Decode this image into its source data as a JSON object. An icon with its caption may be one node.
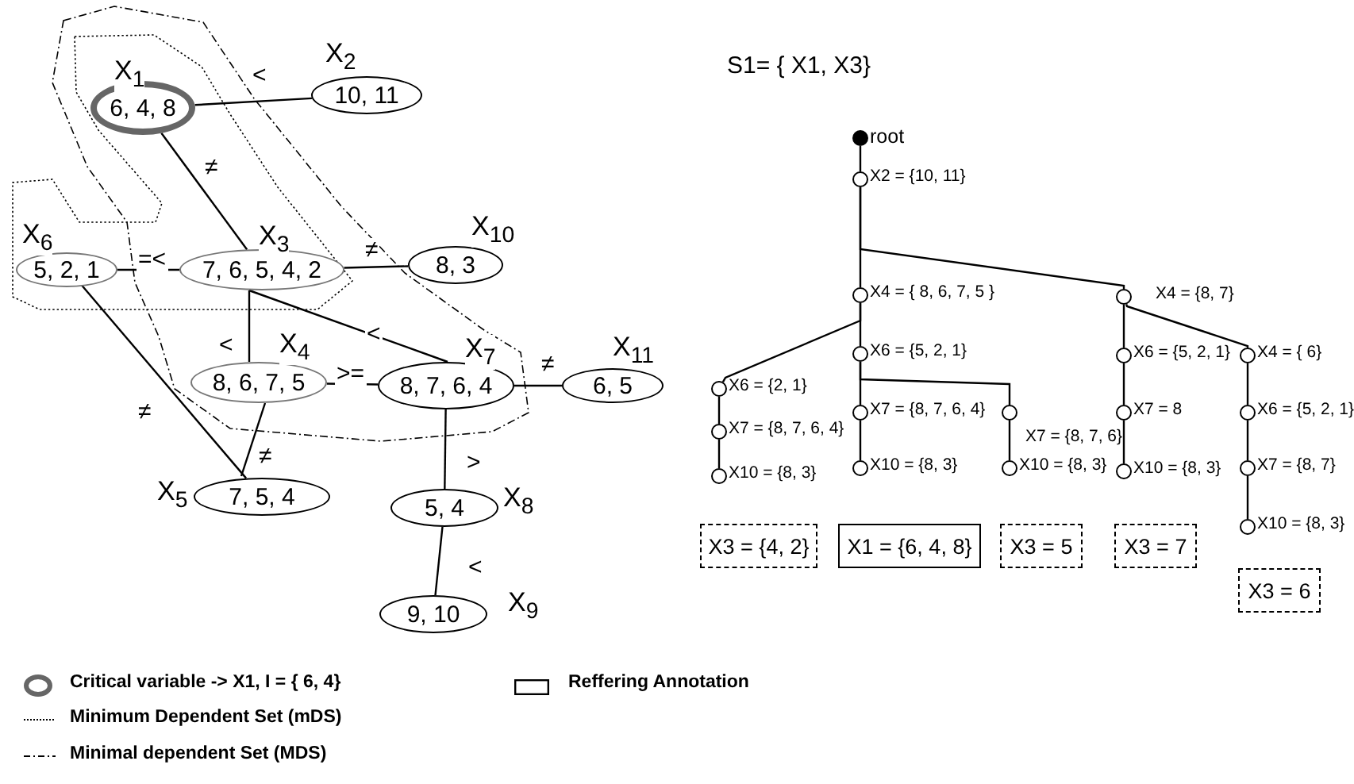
{
  "diagram": {
    "nodes": [
      {
        "text": [
          "6, 4, 8"
        ],
        "beside": [
          "X$_{1}$"
        ]
      },
      {
        "text": [
          "10, 11"
        ],
        "beside": [
          "X$_{2}$"
        ]
      },
      {
        "text": [
          "5, 2, 1"
        ],
        "beside": [
          "X$_{6}$"
        ]
      },
      {
        "text": [
          "7, 6, 5, 4, 2"
        ],
        "beside": [
          "X$_{3}$"
        ]
      },
      {
        "text": [
          "8, 3"
        ],
        "beside": [
          "X$_{10}$"
        ]
      },
      {
        "text": [
          "8, 6, 7, 5"
        ],
        "beside": [
          "X$_{4}$"
        ]
      },
      {
        "text": [
          "8, 7, 6, 4"
        ],
        "beside": [
          "X$_{7}$"
        ]
      },
      {
        "text": [
          "6, 5"
        ],
        "beside": [
          "X$_{11}$"
        ]
      },
      {
        "text": [
          "7, 5, 4"
        ],
        "beside": [
          "X$_{5}$"
        ]
      },
      {
        "text": [
          "5, 4"
        ],
        "beside": [
          "X$_{8}$"
        ]
      },
      {
        "text": [
          "9, 10"
        ],
        "beside": [
          "X$_{9}$"
        ]
      },
      {
        "text": [],
        "shape": "circle",
        "beside": [
          "root"
        ]
      },
      {
        "text": [],
        "shape": "circle",
        "beside": [
          "X2 = {10, 11}"
        ]
      },
      {
        "text": [],
        "shape": "circle",
        "beside": [
          "X4 = { 8, 6, 7, 5 }"
        ]
      },
      {
        "text": [],
        "shape": "circle",
        "beside": [
          "X4 = {8, 7}"
        ]
      },
      {
        "text": [],
        "shape": "circle",
        "beside": [
          "X6 = {2, 1}"
        ]
      },
      {
        "text": [],
        "shape": "circle",
        "beside": [
          "X6 = {5, 2, 1}"
        ]
      },
      {
        "text": [],
        "shape": "circle",
        "beside": [
          "X7 = {8, 7, 6, 4}"
        ]
      },
      {
        "text": [],
        "shape": "circle",
        "beside": [
          "X10 = {8, 3}"
        ]
      },
      {
        "text": [],
        "shape": "circle",
        "beside": [
          "X7 = {8, 7, 6, 4}"
        ]
      },
      {
        "text": [],
        "shape": "circle",
        "beside": [
          "X7 = {8, 7, 6}"
        ]
      },
      {
        "text": [],
        "shape": "circle",
        "beside": [
          "X10 = {8, 3}"
        ]
      },
      {
        "text": [],
        "shape": "circle",
        "beside": [
          "X10 = {8, 3}"
        ]
      },
      {
        "text": [],
        "shape": "circle",
        "beside": [
          "X6 = {5, 2, 1}"
        ]
      },
      {
        "text": [],
        "shape": "circle",
        "beside": [
          "X4 = { 6}"
        ]
      },
      {
        "text": [],
        "shape": "circle",
        "beside": [
          "X7 = 8"
        ]
      },
      {
        "text": [],
        "shape": "circle",
        "beside": [
          "X10 = {8, 3}"
        ]
      },
      {
        "text": [],
        "shape": "circle",
        "beside": [
          "X6 = {5, 2, 1}"
        ]
      },
      {
        "text": [],
        "shape": "circle",
        "beside": [
          "X7 = {8, 7}"
        ]
      },
      {
        "text": [],
        "shape": "circle",
        "beside": [
          "X10 = {8, 3}"
        ]
      },
      {
        "text": [
          "X3 = {4, 2}"
        ]
      },
      {
        "text": [
          "X1 = {6, 4, 8}"
        ]
      },
      {
        "text": [
          "X3 = 5"
        ]
      },
      {
        "text": [
          "X3 = 7"
        ]
      },
      {
        "text": [
          "X3 = 6"
        ]
      }
    ],
    "edges": [
      {
        "from": 0,
        "to": 1,
        "arrow": "none",
        "label": "<"
      },
      {
        "from": 0,
        "to": 3,
        "arrow": "none",
        "label": "≠"
      },
      {
        "from": 2,
        "to": 3,
        "arrow": "none",
        "label": "=<"
      },
      {
        "from": 3,
        "to": 4,
        "arrow": "none",
        "label": "≠"
      },
      {
        "from": 3,
        "to": 5,
        "arrow": "none",
        "label": "<"
      },
      {
        "from": 3,
        "to": 6,
        "arrow": "none",
        "label": "<"
      },
      {
        "from": 5,
        "to": 6,
        "arrow": "none",
        "label": ">="
      },
      {
        "from": 6,
        "to": 7,
        "arrow": "none",
        "label": "≠"
      },
      {
        "from": 6,
        "to": 9,
        "arrow": "none",
        "label": ">"
      },
      {
        "from": 9,
        "to": 10,
        "arrow": "none",
        "label": "<"
      },
      {
        "from": 2,
        "to": 8,
        "arrow": "none",
        "label": "≠"
      },
      {
        "from": 5,
        "to": 8,
        "arrow": "none",
        "label": "≠"
      },
      {
        "from": 11,
        "to": 12,
        "arrow": "none"
      },
      {
        "from": 12,
        "to": 13,
        "arrow": "none"
      },
      {
        "from": 12,
        "to": 14,
        "arrow": "none"
      },
      {
        "from": 13,
        "to": 15,
        "arrow": "none"
      },
      {
        "from": 13,
        "to": 16,
        "arrow": "none"
      },
      {
        "from": 15,
        "to": 17,
        "arrow": "none"
      },
      {
        "from": 17,
        "to": 18,
        "arrow": "none"
      },
      {
        "from": 16,
        "to": 19,
        "arrow": "none"
      },
      {
        "from": 16,
        "to": 20,
        "arrow": "none"
      },
      {
        "from": 19,
        "to": 21,
        "arrow": "none"
      },
      {
        "from": 20,
        "to": 22,
        "arrow": "none"
      },
      {
        "from": 14,
        "to": 23,
        "arrow": "none"
      },
      {
        "from": 14,
        "to": 24,
        "arrow": "none"
      },
      {
        "from": 23,
        "to": 25,
        "arrow": "none"
      },
      {
        "from": 25,
        "to": 26,
        "arrow": "none"
      },
      {
        "from": 24,
        "to": 27,
        "arrow": "none"
      },
      {
        "from": 27,
        "to": 28,
        "arrow": "none"
      },
      {
        "from": 28,
        "to": 29,
        "arrow": "none"
      }
    ],
    "labels": [
      "S1= { X1, X3}"
    ],
    "legend": [
      {
        "text": "Critical variable -> X1, I = { 6, 4}"
      },
      {
        "text": "Reffering Annotation"
      },
      {
        "text": "Minimum Dependent Set (mDS)"
      },
      {
        "text": "Minimal dependent Set (MDS)"
      }
    ]
  }
}
